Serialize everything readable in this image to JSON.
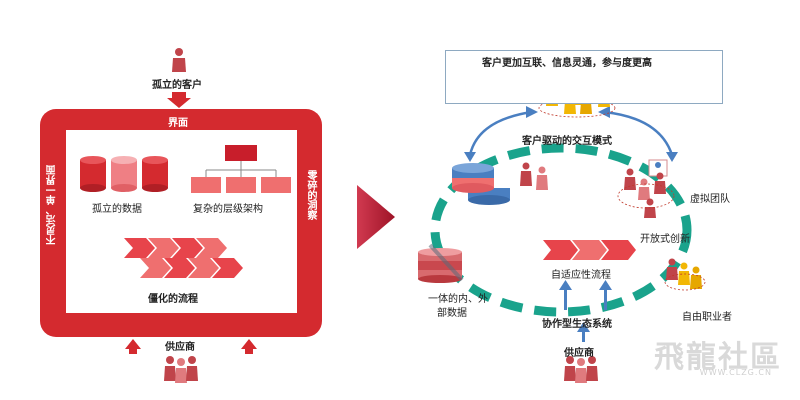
{
  "left": {
    "isolated_customer": "孤立的客户",
    "interface": "界面",
    "left_side_text": "不灵活、单一界面",
    "right_side_text": "零碎的洞察",
    "isolated_data": "孤立的数据",
    "complex_hierarchy": "复杂的层级架构",
    "rigid_process": "僵化的流程",
    "supplier": "供应商"
  },
  "right": {
    "top_banner": "客户更加互联、信息灵通，参与度更高",
    "interaction_mode": "客户驱动的交互模式",
    "virtual_team": "虚拟团队",
    "open_innovation": "开放式创新",
    "freelancer": "自由职业者",
    "adaptive_process": "自适应性流程",
    "integrated_data_line1": "一体的内、外",
    "integrated_data_line2": "部数据",
    "collab_ecosystem": "协作型生态系统",
    "supplier": "供应商"
  },
  "watermark": {
    "text": "飛龍社區",
    "url": "WWW.CLZG.CN"
  },
  "colors": {
    "red_frame": "#d42a2f",
    "salmon": "#ef6f6f",
    "dark_red_person": "#b8393b",
    "teal": "#1aa38c",
    "blue_arrow": "#4a7fc1",
    "gold": "#f2b705",
    "dark_arrow": "#a3172a"
  }
}
